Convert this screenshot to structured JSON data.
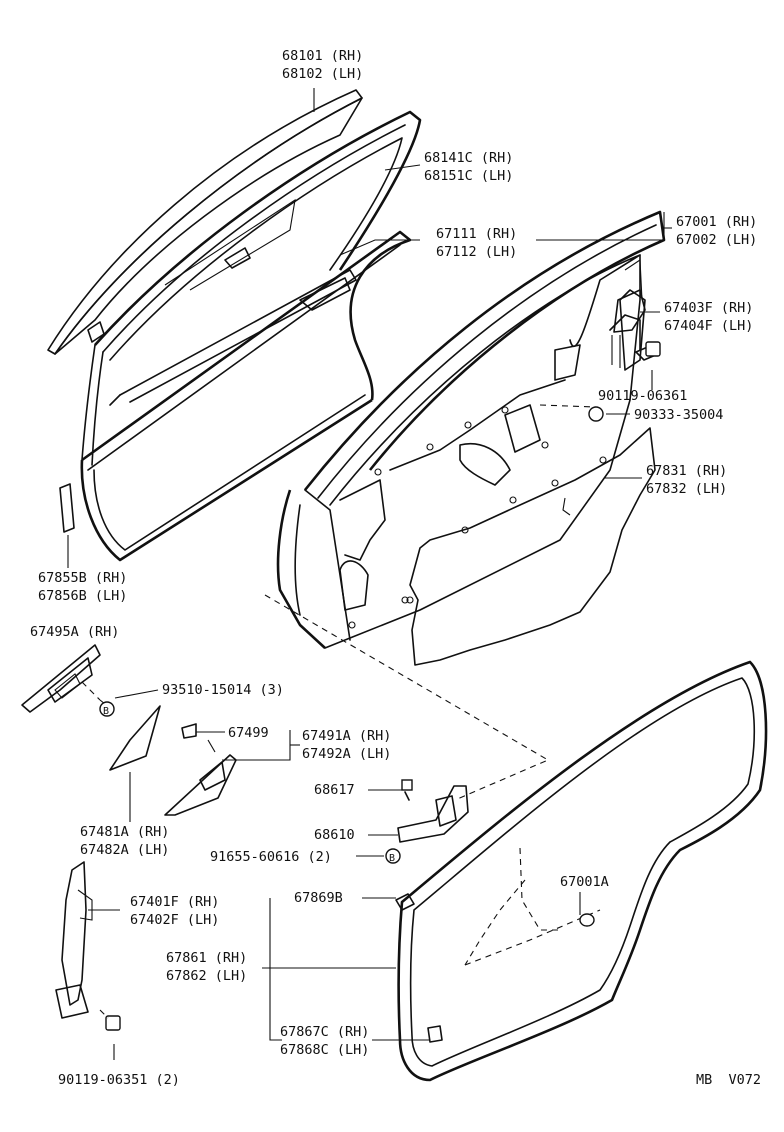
{
  "footer_code": "MB  V072",
  "callouts": {
    "glass": [
      "68101 (RH)",
      "68102 (LH)"
    ],
    "run_channel": [
      "68141C (RH)",
      "68151C (LH)"
    ],
    "frame": [
      "67111 (RH)",
      "67112 (LH)"
    ],
    "door_panel": [
      "67001 (RH)",
      "67002 (LH)"
    ],
    "upper_hinge": [
      "67403F (RH)",
      "67404F (LH)"
    ],
    "bolt_upper": [
      "90119-06361"
    ],
    "plug": [
      "90333-35004"
    ],
    "service_hole_cover": [
      "67831 (RH)",
      "67832 (LH)"
    ],
    "tape": [
      "67855B (RH)",
      "67856B (LH)"
    ],
    "mirror_cover": [
      "67495A (RH)"
    ],
    "screw_b": [
      "93510-15014 (3)"
    ],
    "clip": [
      "67499"
    ],
    "garnish": [
      "67491A (RH)",
      "67492A (LH)"
    ],
    "pad": [
      "67481A (RH)",
      "67482A (LH)"
    ],
    "check_bolt": [
      "68617"
    ],
    "door_check": [
      "68610"
    ],
    "screw_b2": [
      "91655-60616 (2)"
    ],
    "hinge_lower": [
      "67401F (RH)",
      "67402F (LH)"
    ],
    "bolt_lower": [
      "90119-06351 (2)"
    ],
    "clip_weather": [
      "67869B"
    ],
    "plug_a": [
      "67001A"
    ],
    "weatherstrip": [
      "67861 (RH)",
      "67862 (LH)"
    ],
    "weather_lower": [
      "67867C (RH)",
      "67868C (LH)"
    ]
  },
  "marker_letter": "B"
}
